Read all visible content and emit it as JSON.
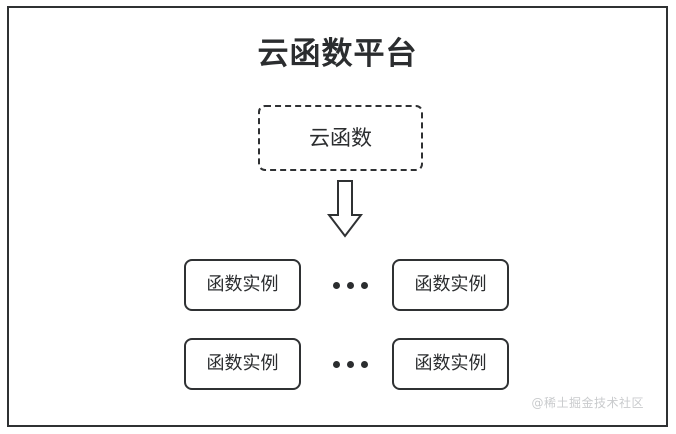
{
  "diagram": {
    "title": "云函数平台",
    "function_unit": {
      "label": "云函数",
      "style": "dashed"
    },
    "arrow": {
      "name": "down-block-arrow",
      "direction": "down"
    },
    "instance_rows": [
      {
        "left_label": "函数实例",
        "ellipsis": "•••",
        "right_label": "函数实例"
      },
      {
        "left_label": "函数实例",
        "ellipsis": "•••",
        "right_label": "函数实例"
      }
    ],
    "watermark": "@稀土掘金技术社区",
    "colors": {
      "stroke": "#2f3133",
      "text": "#2b2d2f",
      "background": "#ffffff",
      "watermark": "#c9cbcd"
    }
  }
}
